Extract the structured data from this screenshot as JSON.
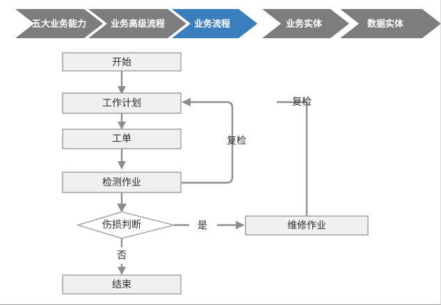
{
  "breadcrumb": {
    "active_index": 2,
    "active_color": "#3a7ebe",
    "inactive_color": "#7d7d7d",
    "label_color": "#ffffff",
    "items": [
      {
        "label": "五大业务能力",
        "state": "inactive"
      },
      {
        "label": "业务高级流程",
        "state": "inactive"
      },
      {
        "label": "业务流程",
        "state": "active"
      },
      {
        "label": "业务实体",
        "state": "inactive"
      },
      {
        "label": "数据实体",
        "state": "inactive"
      }
    ]
  },
  "flowchart": {
    "type": "flowchart",
    "node_fill": "#eff0f0",
    "node_stroke": "#9a9a9a",
    "edge_color": "#8d8d8d",
    "text_color": "#2b2b2b",
    "nodes": [
      {
        "id": "start",
        "label": "开始",
        "shape": "rectangle"
      },
      {
        "id": "work_plan",
        "label": "工作计划",
        "shape": "rectangle"
      },
      {
        "id": "work_order",
        "label": "工单",
        "shape": "rectangle"
      },
      {
        "id": "inspection",
        "label": "检测作业",
        "shape": "rectangle"
      },
      {
        "id": "damage",
        "label": "伤损判断",
        "shape": "diamond"
      },
      {
        "id": "repair",
        "label": "维修作业",
        "shape": "rectangle"
      },
      {
        "id": "end",
        "label": "结束",
        "shape": "rectangle"
      }
    ],
    "edges": [
      {
        "from": "start",
        "to": "work_plan",
        "label": ""
      },
      {
        "from": "work_plan",
        "to": "work_order",
        "label": ""
      },
      {
        "from": "work_order",
        "to": "inspection",
        "label": ""
      },
      {
        "from": "inspection",
        "to": "damage",
        "label": ""
      },
      {
        "from": "inspection",
        "to": "work_plan",
        "label": "复检"
      },
      {
        "from": "damage",
        "to": "repair",
        "label": "是"
      },
      {
        "from": "damage",
        "to": "end",
        "label": "否"
      },
      {
        "from": "repair",
        "to": "work_plan",
        "label": "复检"
      }
    ],
    "edge_labels": {
      "recheck_inner": "复检",
      "recheck_outer": "复检",
      "yes": "是",
      "no": "否"
    }
  }
}
